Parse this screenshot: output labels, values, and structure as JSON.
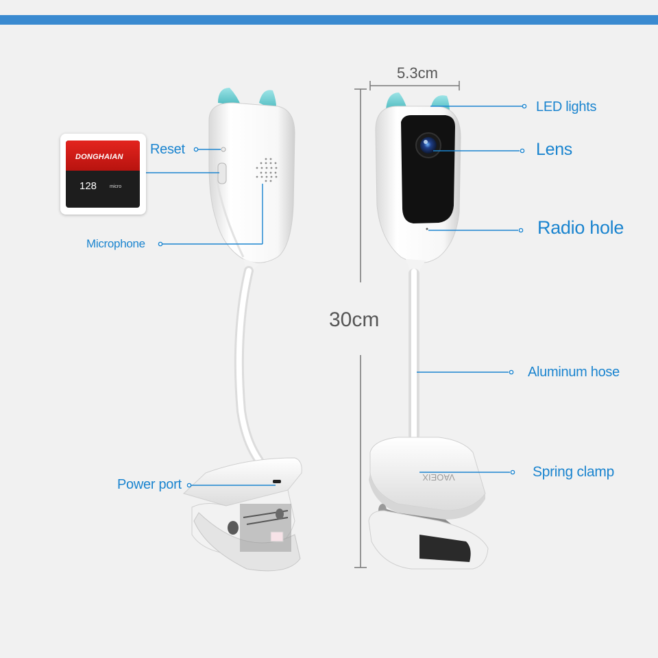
{
  "labels": {
    "reset": "Reset",
    "microphone": "Microphone",
    "power_port": "Power port",
    "led_lights": "LED lights",
    "lens": "Lens",
    "radio_hole": "Radio hole",
    "aluminum_hose": "Aluminum hose",
    "spring_clamp": "Spring clamp"
  },
  "dimensions": {
    "width": "5.3cm",
    "height": "30cm"
  },
  "sd_card": {
    "brand": "DONGHAIAN",
    "capacity": "128",
    "type": "micro"
  },
  "colors": {
    "accent": "#1a84cf",
    "topbar": "#3a8ad0",
    "ears": "#6fd0d4",
    "background": "#f1f1f1"
  }
}
